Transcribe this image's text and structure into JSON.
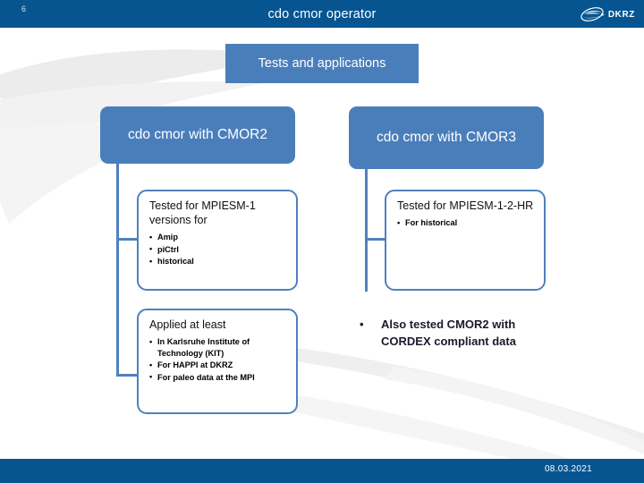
{
  "header": {
    "slide_number": "6",
    "title": "cdo cmor operator",
    "logo_text": "DKRZ",
    "logo_icon": "dkrz-swirl-icon",
    "bar_color": "#065591"
  },
  "banner": {
    "label": "Tests and applications",
    "color": "#4a7ebb"
  },
  "columns": [
    {
      "id": "left",
      "head_label": "cdo cmor with CMOR2",
      "boxes": [
        {
          "id": "l1",
          "title": "Tested for MPIESM-1 versions for",
          "bullets": [
            "Amip",
            "piCtrl",
            "historical"
          ]
        },
        {
          "id": "l2",
          "title": "Applied at least",
          "bullets": [
            "In Karlsruhe Institute of Technology (KIT)",
            "For HAPPI at DKRZ",
            "For paleo data at the MPI"
          ]
        }
      ]
    },
    {
      "id": "right",
      "head_label": "cdo cmor with CMOR3",
      "boxes": [
        {
          "id": "r1",
          "title": "Tested for MPIESM-1-2-HR",
          "bullets": [
            "For historical"
          ]
        }
      ],
      "free_text": {
        "bullet": "•",
        "body": "Also tested CMOR2 with CORDEX compliant data"
      }
    }
  ],
  "footer": {
    "date": "08.03.2021",
    "bar_color": "#065591"
  },
  "theme": {
    "dark_blue": "#065591",
    "medium_blue": "#4a7ebb",
    "border_blue": "#4f81bd",
    "white": "#ffffff"
  }
}
